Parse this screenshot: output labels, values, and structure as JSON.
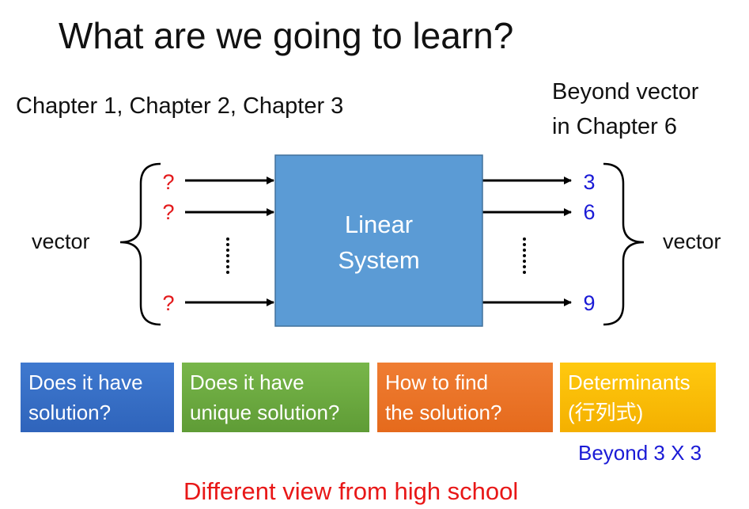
{
  "title": "What are we going to learn?",
  "chapters_label": "Chapter 1, Chapter 2, Chapter 3",
  "beyond_vector": [
    "Beyond vector",
    "in Chapter 6"
  ],
  "diagram": {
    "system_label": [
      "Linear",
      "System"
    ],
    "left_label": "vector",
    "right_label": "vector",
    "inputs": [
      "?",
      "?",
      "?"
    ],
    "outputs": [
      "3",
      "6",
      "9"
    ],
    "colors": {
      "system_fill": "#5b9bd5",
      "input_text": "#e31a1c",
      "output_text": "#1a1ad6"
    }
  },
  "topics": [
    {
      "lines": [
        "Does it have",
        "solution?"
      ],
      "color": "#3a72c8"
    },
    {
      "lines": [
        "Does it have",
        "unique solution?"
      ],
      "color": "#6fab41"
    },
    {
      "lines": [
        "How to find",
        "the solution?"
      ],
      "color": "#ec7428"
    },
    {
      "lines": [
        "Determinants",
        "(行列式)"
      ],
      "color": "#fcbd04"
    }
  ],
  "determinant_note": "Beyond 3 X 3",
  "footer": "Different view from high school"
}
